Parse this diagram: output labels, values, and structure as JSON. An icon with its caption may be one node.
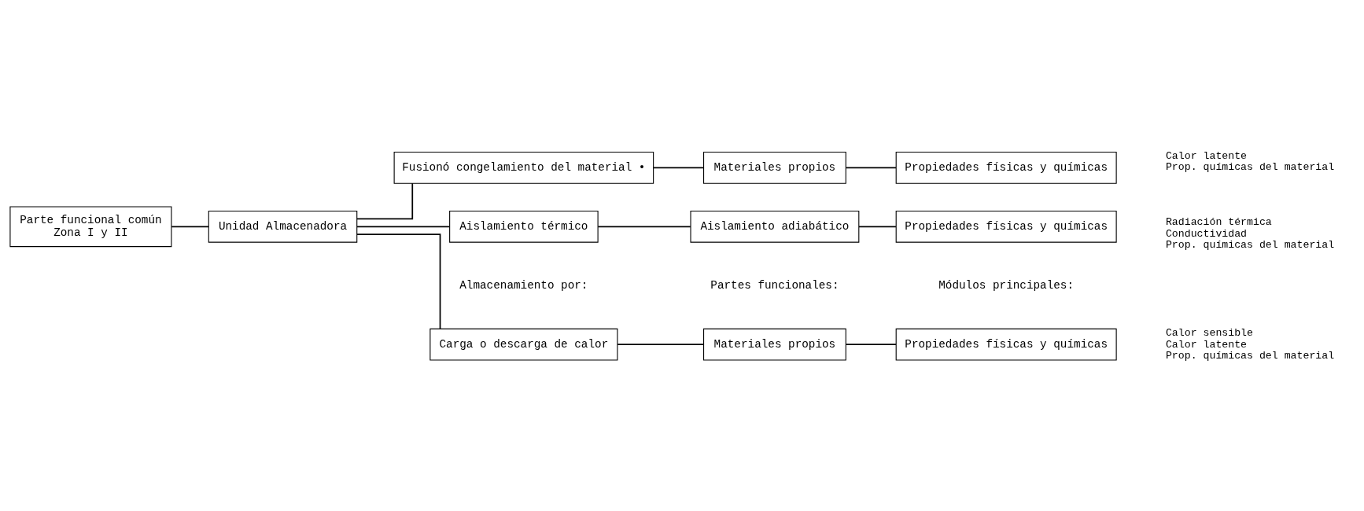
{
  "diagram": {
    "nodes": [
      {
        "text": [
          "Parte funcional común",
          "Zona I y II"
        ]
      },
      {
        "text": [
          "Unidad Almacenadora"
        ]
      },
      {
        "text": [
          "Carga o descarga de calor"
        ]
      },
      {
        "text": [
          "Fusionó congelamiento del material •"
        ]
      },
      {
        "text": [
          "Aislamiento térmico"
        ]
      },
      {
        "text": [
          "Materiales propios"
        ]
      },
      {
        "text": [
          "Materiales propios"
        ]
      },
      {
        "text": [
          "Aislamiento adiabático"
        ]
      },
      {
        "text": [
          "Propiedades físicas y químicas"
        ],
        "beside": [
          "Calor sensible",
          "Calor latente",
          "Prop. químicas del material"
        ]
      },
      {
        "text": [
          "Propiedades físicas y químicas"
        ],
        "beside": [
          "Calor latente",
          "Prop. químicas del material"
        ]
      },
      {
        "text": [
          "Propiedades físicas y químicas"
        ],
        "beside": [
          "Radiación térmica",
          "Conductividad",
          "Prop. químicas del material"
        ]
      }
    ],
    "edges": [
      {
        "from": 0,
        "to": 1,
        "arrow": "none"
      },
      {
        "from": 1,
        "to": 2,
        "arrow": "none"
      },
      {
        "from": 1,
        "to": 3,
        "arrow": "none"
      },
      {
        "from": 1,
        "to": 4,
        "arrow": "none"
      },
      {
        "from": 2,
        "to": 5,
        "arrow": "none"
      },
      {
        "from": 3,
        "to": 6,
        "arrow": "none"
      },
      {
        "from": 4,
        "to": 7,
        "arrow": "none"
      },
      {
        "from": 5,
        "to": 8,
        "arrow": "none"
      },
      {
        "from": 6,
        "to": 9,
        "arrow": "none"
      },
      {
        "from": 7,
        "to": 10,
        "arrow": "none"
      }
    ],
    "labels": [
      "Almacenamiento por:",
      "Partes funcionales:",
      "Módulos principales:"
    ]
  }
}
